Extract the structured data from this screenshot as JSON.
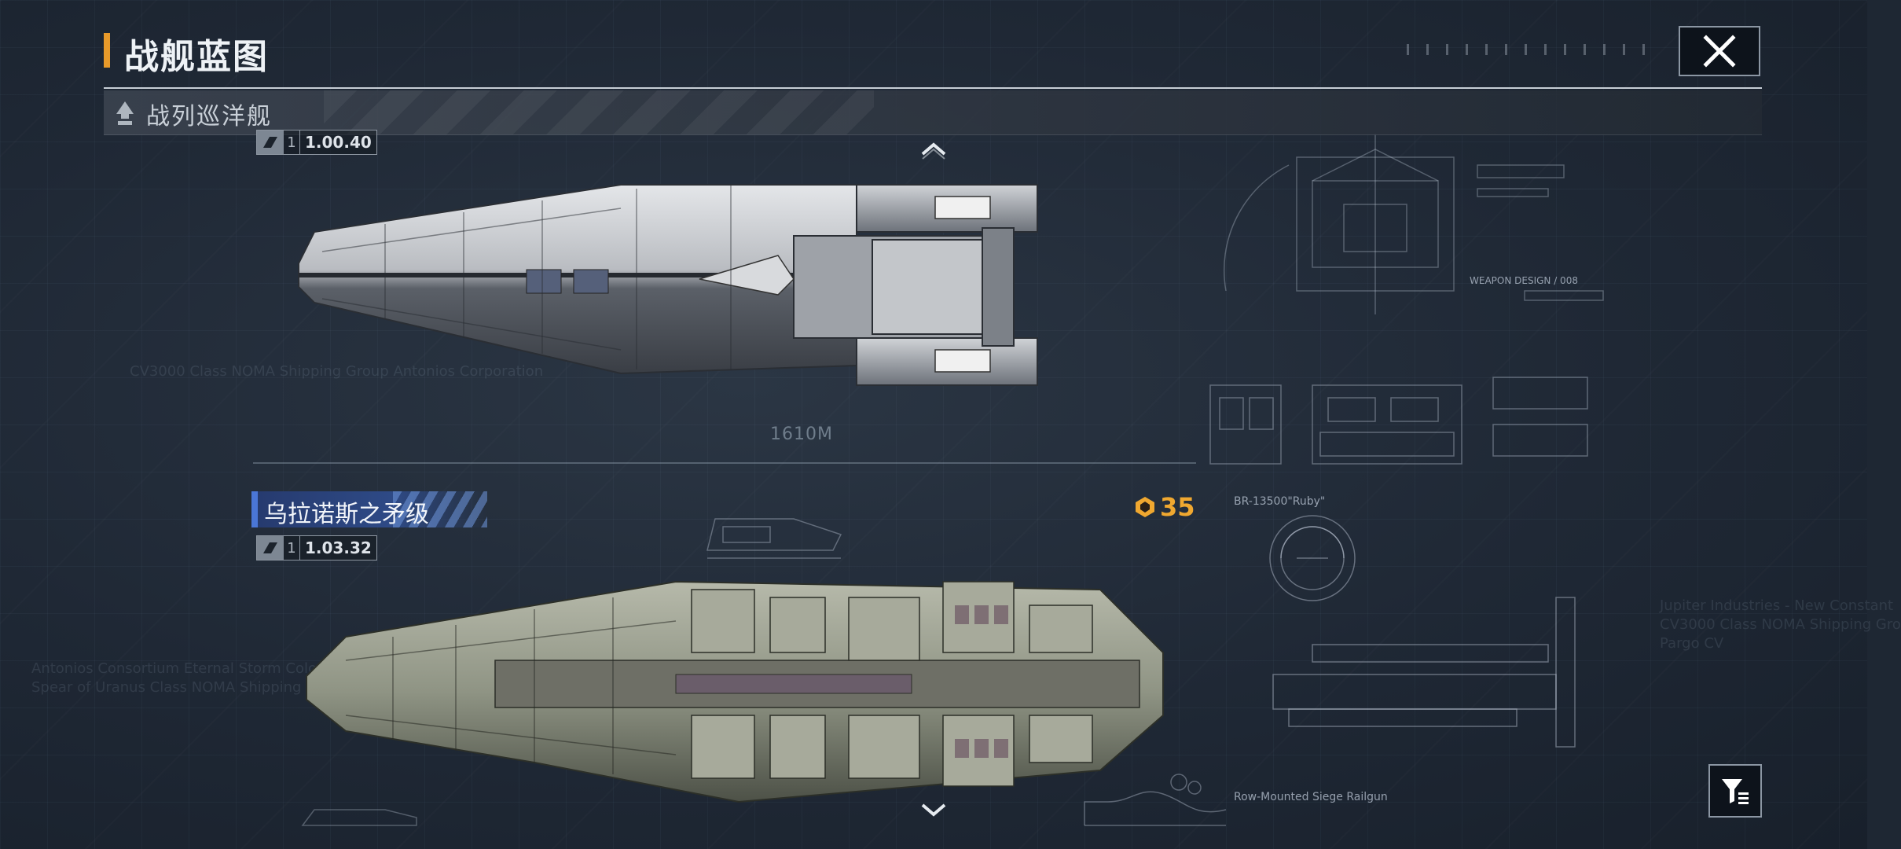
{
  "header": {
    "title": "战舰蓝图",
    "close_icon": "close-icon"
  },
  "category": {
    "label": "战列巡洋舰",
    "icon": "ship-class-icon"
  },
  "ships": [
    {
      "version_tier": "1",
      "version_number": "1.00.40",
      "hull_color": "#c9ccd0"
    },
    {
      "name": "乌拉诺斯之矛级",
      "version_tier": "1",
      "version_number": "1.03.32",
      "power_value": "35",
      "hull_color": "#8f9484"
    }
  ],
  "scale": {
    "label": "1610M"
  },
  "blueprint_notes": {
    "ruby_label": "BR-13500\"Ruby\"",
    "railgun_label": "Row-Mounted Siege Railgun",
    "weapon_label": "WEAPON DESIGN / 008",
    "faint_left_1": "CV3000 Class NOMA Shipping Group Antonios Corporation",
    "faint_left_2": "Antonios Consortium Eternal Storm Colos",
    "faint_left_3": "Spear of Uranus Class NOMA Shipping Group",
    "faint_right_1": "Jupiter Industries - New Constant",
    "faint_right_2": "CV3000 Class NOMA Shipping Gro",
    "faint_right_3": "Pargo CV"
  },
  "colors": {
    "accent_orange": "#e89a2a",
    "name_plate_blue": "#2e4a86",
    "power_gold": "#f0a830"
  }
}
